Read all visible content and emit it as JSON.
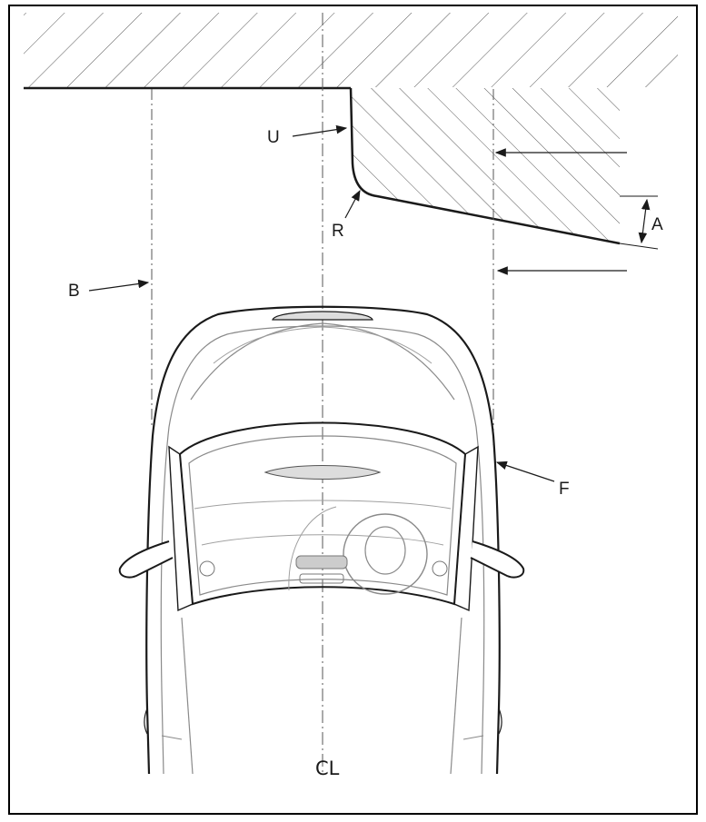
{
  "labels": {
    "u": "U",
    "r": "R",
    "a": "A",
    "b": "B",
    "f": "F",
    "centerline": "CL"
  },
  "colors": {
    "line": "#1a1a1a",
    "hatch": "#444444",
    "car_detail": "#8a8a8a",
    "frame": "#000000"
  }
}
